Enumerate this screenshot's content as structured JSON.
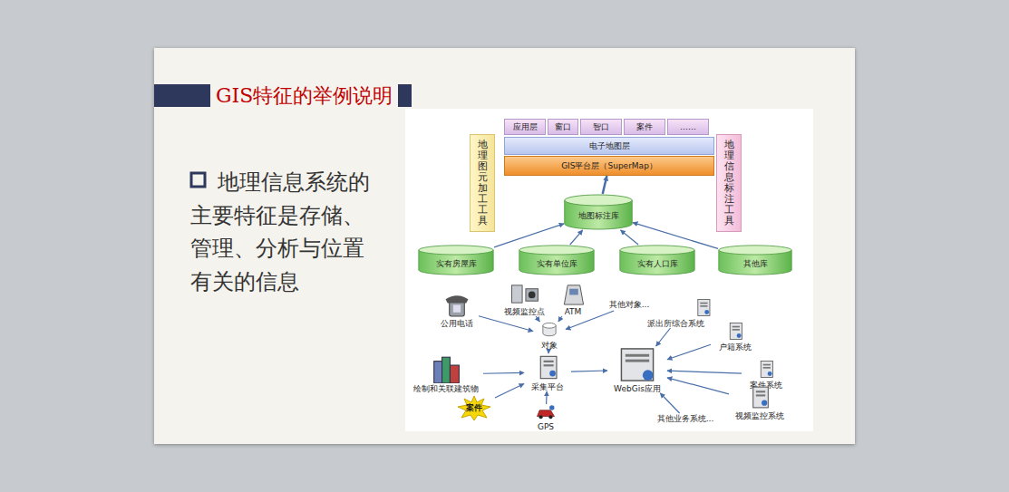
{
  "diagram": {
    "title": "GIS特征的举例说明",
    "nodes": [
      {
        "text": [
          "应用层"
        ]
      },
      {
        "text": [
          "窗口"
        ]
      },
      {
        "text": [
          "智口"
        ]
      },
      {
        "text": [
          "案件"
        ]
      },
      {
        "text": [
          "……"
        ]
      },
      {
        "text": [
          "电子地图层"
        ]
      },
      {
        "text": [
          "GIS平台层（SuperMap）"
        ]
      },
      {
        "text": [
          "地理图元加工工具"
        ]
      },
      {
        "text": [
          "地理信息标注工具"
        ]
      },
      {
        "text": [
          "地图标注库"
        ]
      },
      {
        "text": [
          "实有房屋库"
        ]
      },
      {
        "text": [
          "实有单位库"
        ]
      },
      {
        "text": [
          "实有人口库"
        ]
      },
      {
        "text": [
          "其他库"
        ]
      },
      {
        "text": [
          "公用电话"
        ]
      },
      {
        "text": [
          "视频监控点"
        ]
      },
      {
        "text": [
          "ATM"
        ]
      },
      {
        "text": [
          "其他对象..."
        ]
      },
      {
        "text": [
          "对象"
        ]
      },
      {
        "text": [
          "绘制和关联建筑物"
        ]
      },
      {
        "text": [
          "采集平台"
        ]
      },
      {
        "text": [
          "案件"
        ]
      },
      {
        "text": [
          "GPS"
        ]
      },
      {
        "text": [
          "WebGis应用"
        ]
      },
      {
        "text": [
          "派出所综合系统"
        ]
      },
      {
        "text": [
          "户籍系统"
        ]
      },
      {
        "text": [
          "案件系统"
        ]
      },
      {
        "text": [
          "视频监控系统"
        ]
      },
      {
        "text": [
          "其他业务系统..."
        ]
      }
    ],
    "edges": [
      {
        "from": 9,
        "to": 6,
        "arrow": "to"
      },
      {
        "from": 10,
        "to": 9,
        "arrow": "to"
      },
      {
        "from": 11,
        "to": 9,
        "arrow": "to"
      },
      {
        "from": 12,
        "to": 9,
        "arrow": "to"
      },
      {
        "from": 13,
        "to": 9,
        "arrow": "to"
      },
      {
        "from": 14,
        "to": 18,
        "arrow": "to"
      },
      {
        "from": 15,
        "to": 18,
        "arrow": "to"
      },
      {
        "from": 16,
        "to": 18,
        "arrow": "to"
      },
      {
        "from": 17,
        "to": 18,
        "arrow": "to"
      },
      {
        "from": 18,
        "to": 20,
        "arrow": "to"
      },
      {
        "from": 19,
        "to": 20,
        "arrow": "to"
      },
      {
        "from": 21,
        "to": 20,
        "arrow": "to"
      },
      {
        "from": 22,
        "to": 20,
        "arrow": "to"
      },
      {
        "from": 20,
        "to": 23,
        "arrow": "to"
      },
      {
        "from": 24,
        "to": 23,
        "arrow": "to"
      },
      {
        "from": 25,
        "to": 23,
        "arrow": "to"
      },
      {
        "from": 26,
        "to": 23,
        "arrow": "to"
      },
      {
        "from": 27,
        "to": 23,
        "arrow": "to"
      },
      {
        "from": 28,
        "to": 23,
        "arrow": "to"
      }
    ],
    "labels": [
      "地理信息系统的主要特征是存储、管理、分析与位置有关的信息"
    ]
  }
}
